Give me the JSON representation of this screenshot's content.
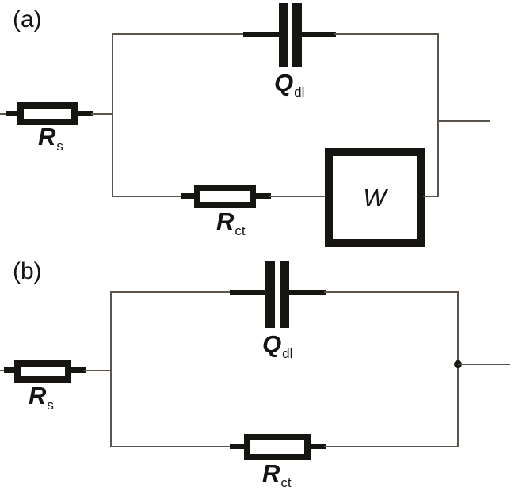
{
  "figure": {
    "background_color": "#ffffff",
    "wire_color": "#5b544c",
    "component_color": "#171512"
  },
  "circuit_a": {
    "panel_label": "(a)",
    "components": {
      "rs": {
        "symbol": "R",
        "subscript": "s"
      },
      "qdl": {
        "symbol": "Q",
        "subscript": "dl"
      },
      "rct": {
        "symbol": "R",
        "subscript": "ct"
      },
      "warburg": {
        "symbol": "W"
      }
    }
  },
  "circuit_b": {
    "panel_label": "(b)",
    "components": {
      "rs": {
        "symbol": "R",
        "subscript": "s"
      },
      "qdl": {
        "symbol": "Q",
        "subscript": "dl"
      },
      "rct": {
        "symbol": "R",
        "subscript": "ct"
      }
    }
  }
}
